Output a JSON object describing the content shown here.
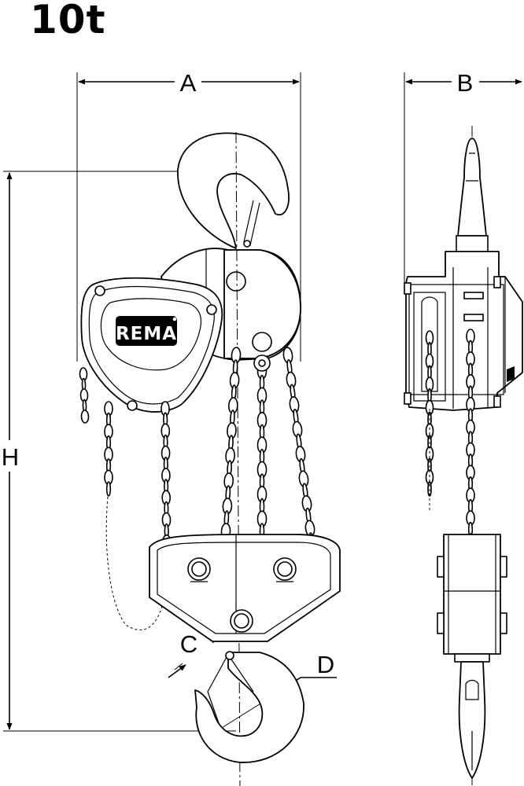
{
  "capacity_label": "10t",
  "brand_logo_text": "REMA",
  "dimension_labels": {
    "a": "A",
    "b": "B",
    "c": "C",
    "d": "D",
    "h": "H"
  },
  "colors": {
    "line": "#000000",
    "background": "#ffffff",
    "logo_background": "#000000",
    "logo_text": "#ffffff"
  }
}
